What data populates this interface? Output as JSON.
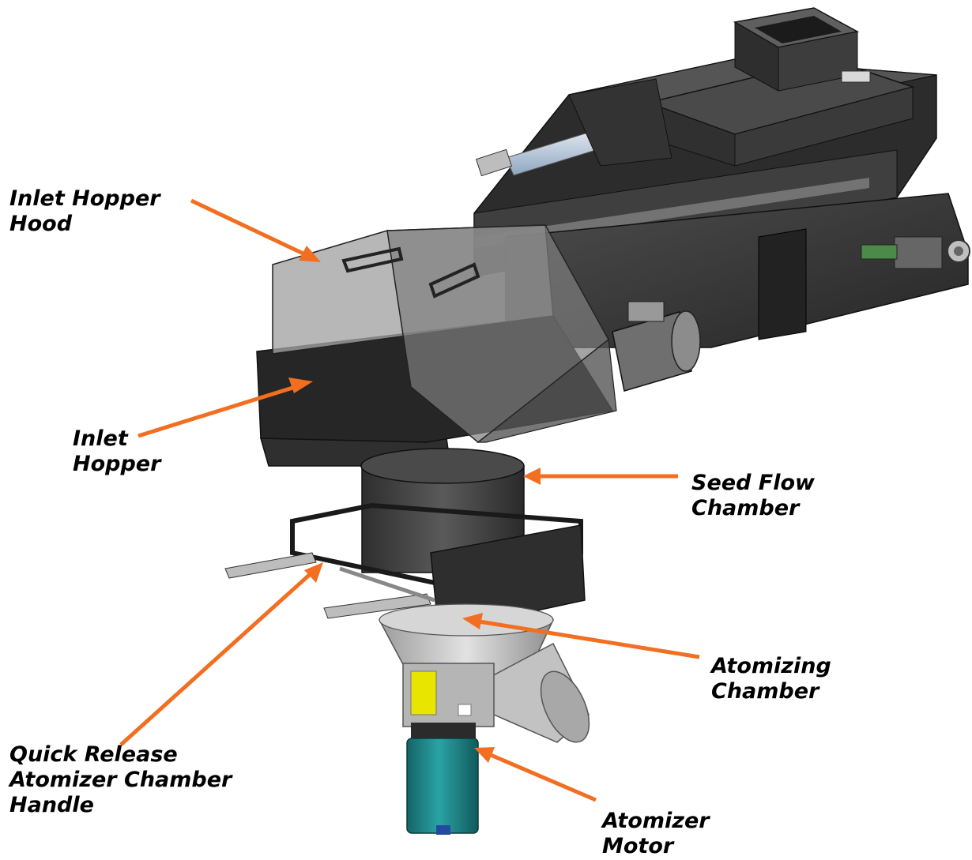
{
  "diagram": {
    "callouts": [
      {
        "id": "inlet-hopper-hood",
        "lines": [
          "Inlet Hopper",
          "Hood"
        ]
      },
      {
        "id": "inlet-hopper",
        "lines": [
          "Inlet",
          "Hopper"
        ]
      },
      {
        "id": "seed-flow-chamber",
        "lines": [
          "Seed Flow",
          "Chamber"
        ]
      },
      {
        "id": "atomizing-chamber",
        "lines": [
          "Atomizing",
          "Chamber"
        ]
      },
      {
        "id": "quick-release-handle",
        "lines": [
          "Quick Release",
          "Atomizer Chamber",
          "Handle"
        ]
      },
      {
        "id": "atomizer-motor",
        "lines": [
          "Atomizer",
          "Motor"
        ]
      }
    ],
    "colors": {
      "leader": "#f26f21",
      "body_dark": "#3a3a3a",
      "body_mid": "#5a5a5a",
      "hood_glass": "#9a9a9a",
      "steel_light": "#c9c9c9",
      "motor_teal": "#1f8a8c",
      "label_yellow": "#e8e600",
      "label_text": "#000000"
    }
  }
}
